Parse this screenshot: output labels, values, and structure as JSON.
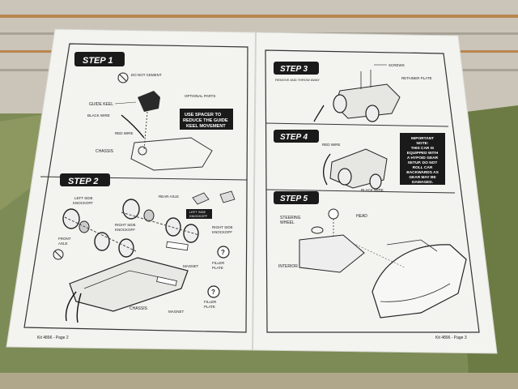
{
  "left_page": {
    "step1": {
      "title": "STEP 1",
      "do_not_cement": "DO NOT CEMENT",
      "guide_keel": "GUIDE KEEL",
      "black_wire": "BLACK WIRE",
      "red_wire": "RED WIRE",
      "optional_parts": "OPTIONAL PARTS",
      "callout": [
        "USE SPACER TO",
        "REDUCE THE GUIDE",
        "KEEL MOVEMENT"
      ],
      "chassis": "CHASSIS"
    },
    "step2": {
      "title": "STEP 2",
      "left_side_knockoff": [
        "LEFT SIDE",
        "KNOCKOFF"
      ],
      "rear_axle": "REAR AXLE",
      "right_side_knockoff_top": [
        "RIGHT SIDE",
        "KNOCKOFF"
      ],
      "left_side_knockoff_tag": [
        "LEFT SIDE",
        "KNOCKOFF"
      ],
      "right_side_knockoff_tag": [
        "RIGHT SIDE",
        "KNOCKOFF"
      ],
      "front_axle": [
        "FRONT",
        "AXLE"
      ],
      "filler_plate_1": [
        "FILLER",
        "PLATE"
      ],
      "magnet_1": "MAGNET",
      "chassis": "CHASSIS",
      "magnet_2": "MAGNET",
      "filler_plate_2": [
        "FILLER",
        "PLATE"
      ]
    },
    "footer": "Kit 4896 - Page 2"
  },
  "right_page": {
    "step3": {
      "title": "STEP 3",
      "screws": "SCREWS",
      "remove_throw_away": "REMOVE AND THROW AWAY",
      "retainer_plate": "RETAINER PLATE"
    },
    "step4": {
      "title": "STEP 4",
      "red_wire": "RED WIRE",
      "black_wire": "BLACK WIRE",
      "note": [
        "IMPORTANT",
        "NOTE:",
        "THIS CAR IS",
        "EQUIPPED WITH",
        "A HYPOID GEAR",
        "SETUP. DO NOT",
        "ROLL CAR",
        "BACKWARDS AS",
        "GEAR MAY BE",
        "DAMAGED."
      ]
    },
    "step5": {
      "title": "STEP 5",
      "steering_wheel": [
        "STEERING",
        "WHEEL"
      ],
      "head": "HEAD",
      "interior": "INTERIOR"
    },
    "footer": "Kit 4896 - Page 3"
  },
  "colors": {
    "wall": "#c9c2b6",
    "grass": "#7a8a55",
    "paper": "#f4f4f2",
    "step_badge": "#1a1a1a",
    "ink": "#222222"
  }
}
